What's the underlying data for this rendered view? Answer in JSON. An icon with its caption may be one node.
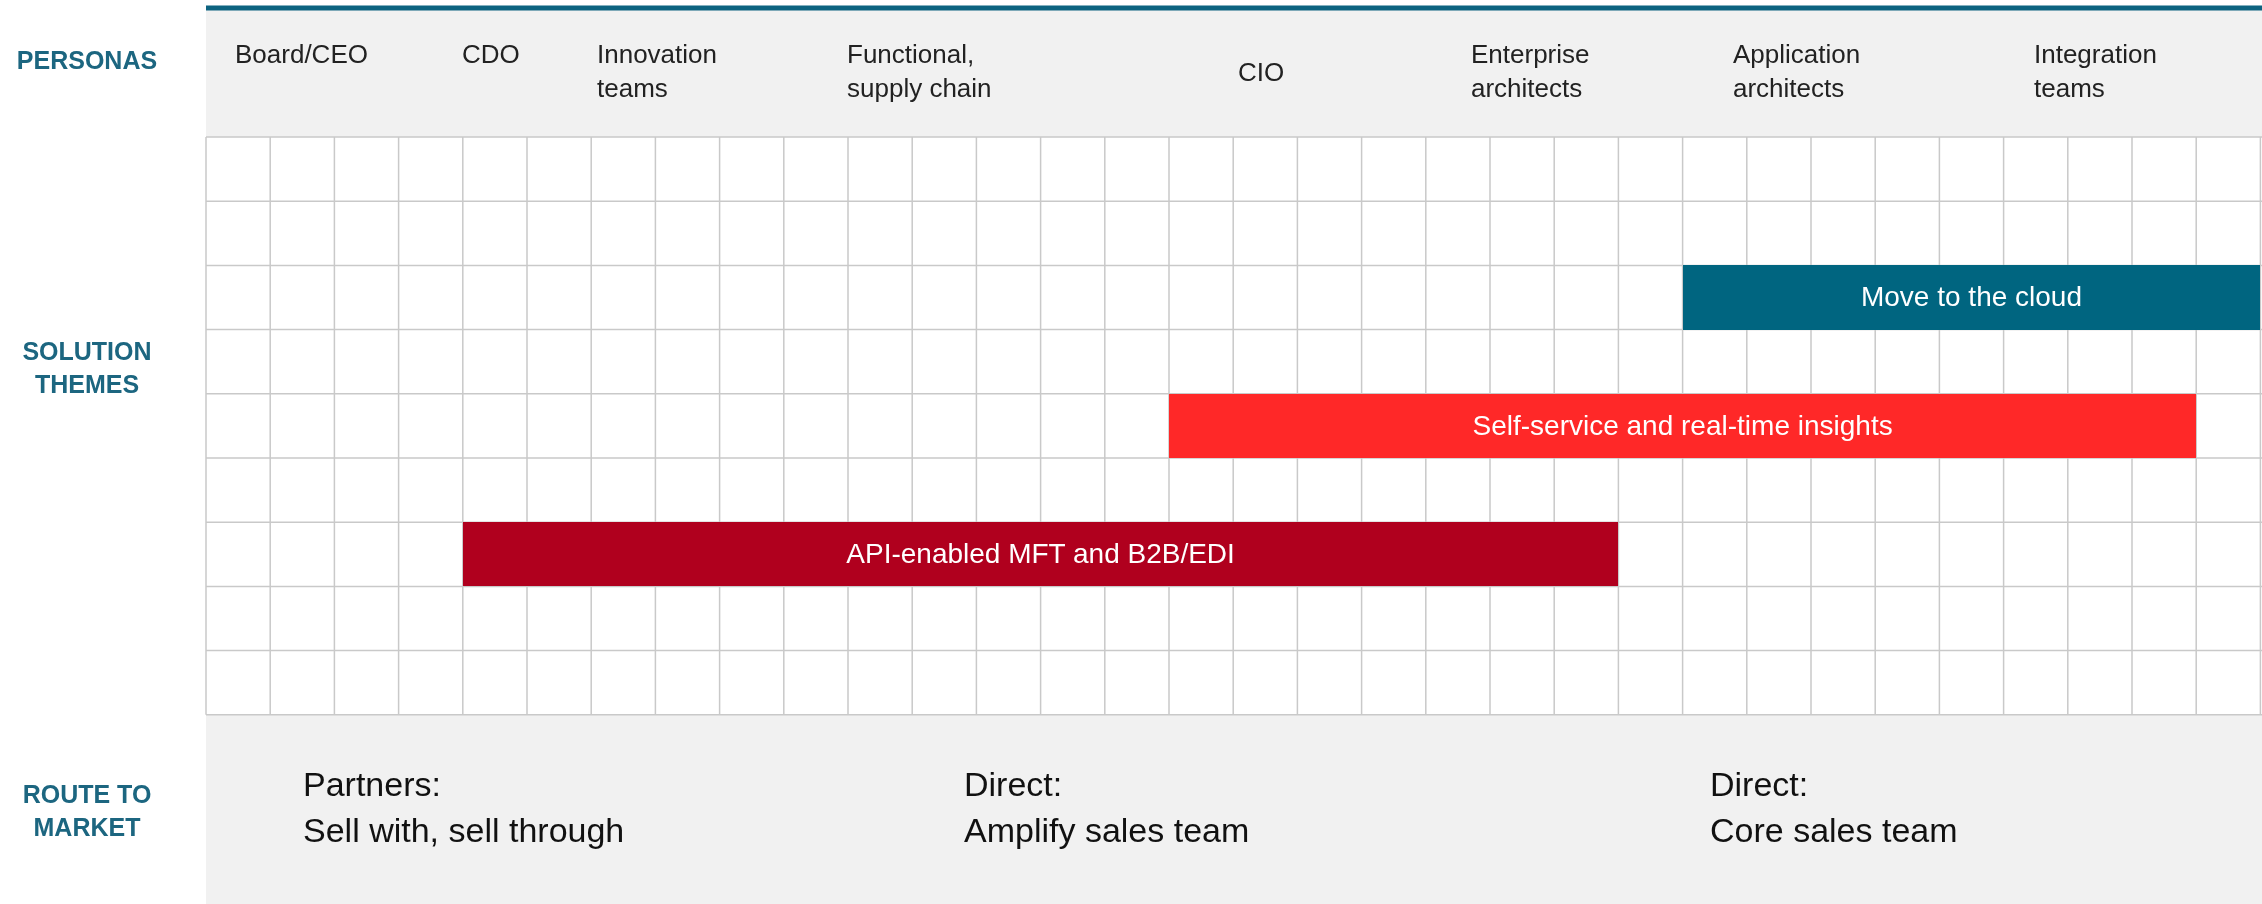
{
  "diagram": {
    "nodes": [
      {
        "text": [
          "Move to the cloud"
        ]
      },
      {
        "text": [
          "Self-service and real-time insights"
        ]
      },
      {
        "text": [
          "API-enabled MFT and B2B/EDI"
        ]
      }
    ],
    "labels": [
      "PERSONAS",
      "Board/CEO",
      "CDO",
      "Innovation teams",
      "Functional, supply chain",
      "CIO",
      "Enterprise architects",
      "Application architects",
      "Integration teams",
      "SOLUTION THEMES",
      "ROUTE TO MARKET",
      "Partners:",
      "Sell with, sell through",
      "Direct:",
      "Amplify sales team",
      "Direct:",
      "Core sales team"
    ]
  }
}
